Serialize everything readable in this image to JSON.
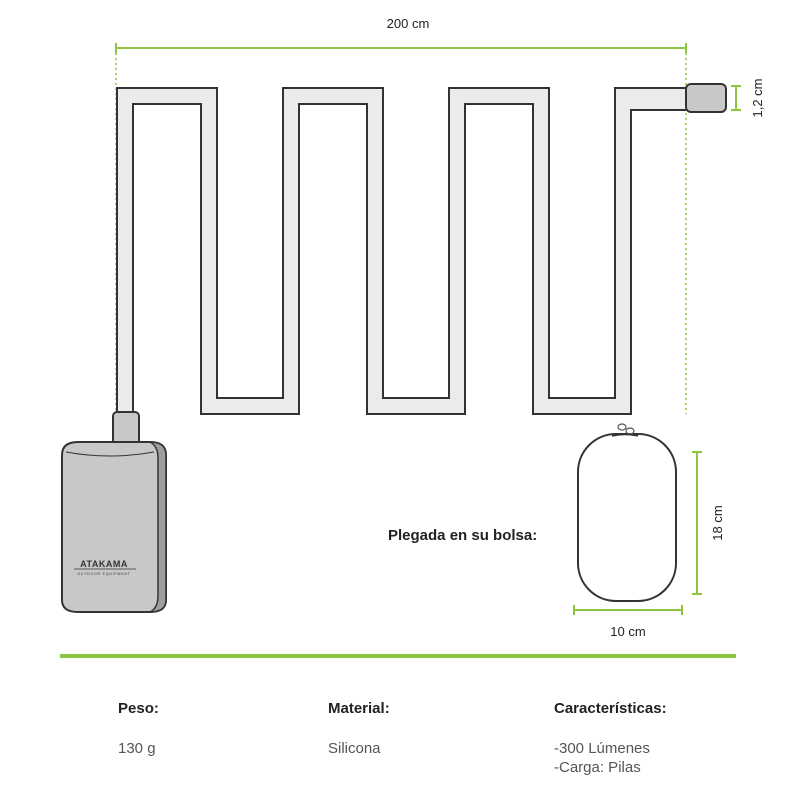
{
  "dimensions": {
    "length": "200 cm",
    "thickness": "1,2 cm",
    "bag_height": "18 cm",
    "bag_width": "10 cm"
  },
  "brand": {
    "name": "ATAKAMA",
    "tagline": "OUTDOOR EQUIPMENT"
  },
  "folded_label": "Plegada en su bolsa:",
  "specs": [
    {
      "label": "Peso:",
      "values": [
        "130 g"
      ]
    },
    {
      "label": "Material:",
      "values": [
        "Silicona"
      ]
    },
    {
      "label": "Características:",
      "values": [
        "-300 Lúmenes",
        "-Carga: Pilas"
      ]
    }
  ],
  "colors": {
    "accent": "#8cc63f",
    "strip_fill": "#ebebeb",
    "battery_fill": "#c8c8c8",
    "outline": "#333333"
  }
}
